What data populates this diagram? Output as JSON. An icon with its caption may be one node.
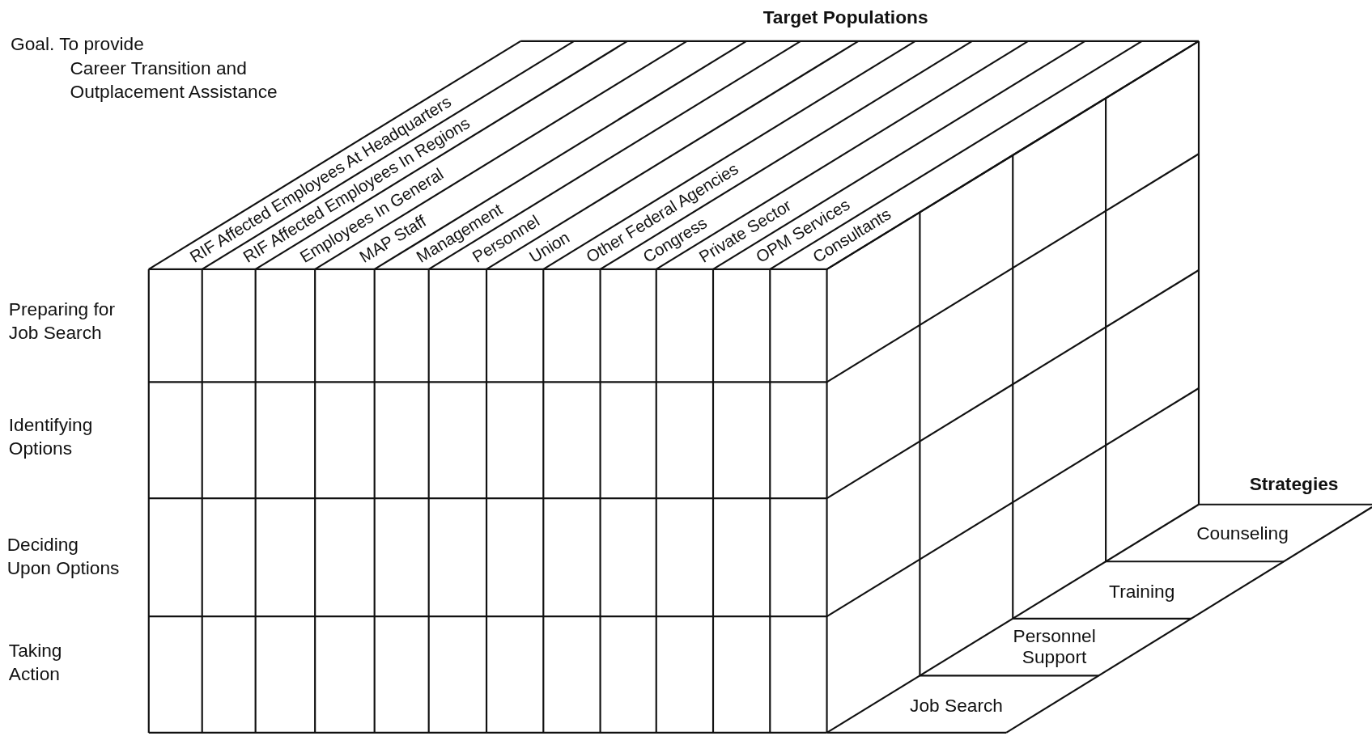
{
  "diagram": {
    "labels": [
      "Goal. To provide",
      "Career Transition and Outplacement Assistance",
      "Target Populations",
      "RIF Affected Employees At Headquarters",
      "RIF Affected Employees In Regions",
      "Employees In General",
      "MAP Staff",
      "Management",
      "Personnel",
      "Union",
      "Other Federal Agencies",
      "Congress",
      "Private Sector",
      "OPM Services",
      "Consultants",
      "Preparing for Job Search",
      "Identifying Options",
      "Deciding Upon Options",
      "Taking Action",
      "Strategies",
      "Job Search",
      "Personnel Support",
      "Training",
      "Counseling"
    ]
  }
}
